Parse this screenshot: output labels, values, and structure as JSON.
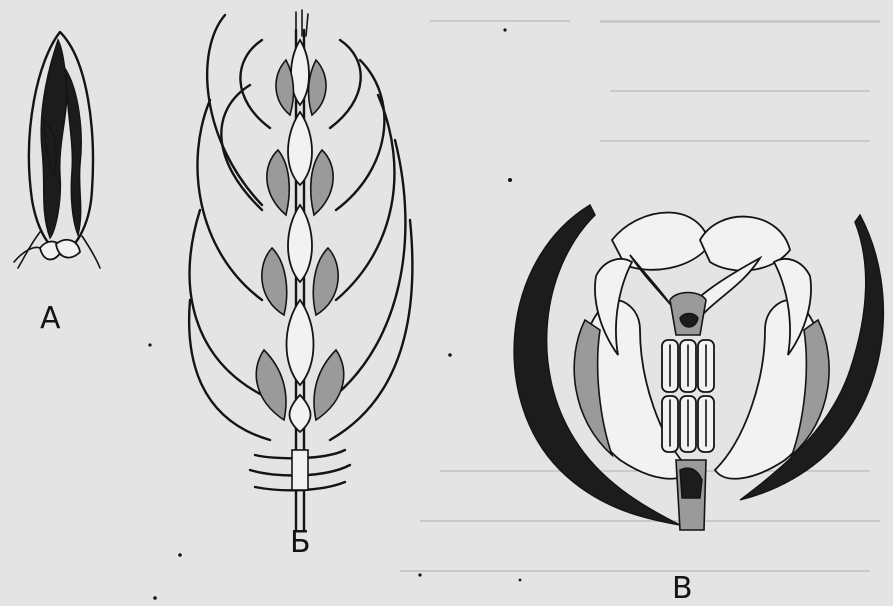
{
  "panels": [
    {
      "id": "a",
      "label": "А"
    },
    {
      "id": "b",
      "label": "Б"
    },
    {
      "id": "c",
      "label": "В"
    }
  ],
  "colors": {
    "ink": "#141414",
    "paper": "#e4e4e4",
    "shade": "#9a9a9a"
  }
}
